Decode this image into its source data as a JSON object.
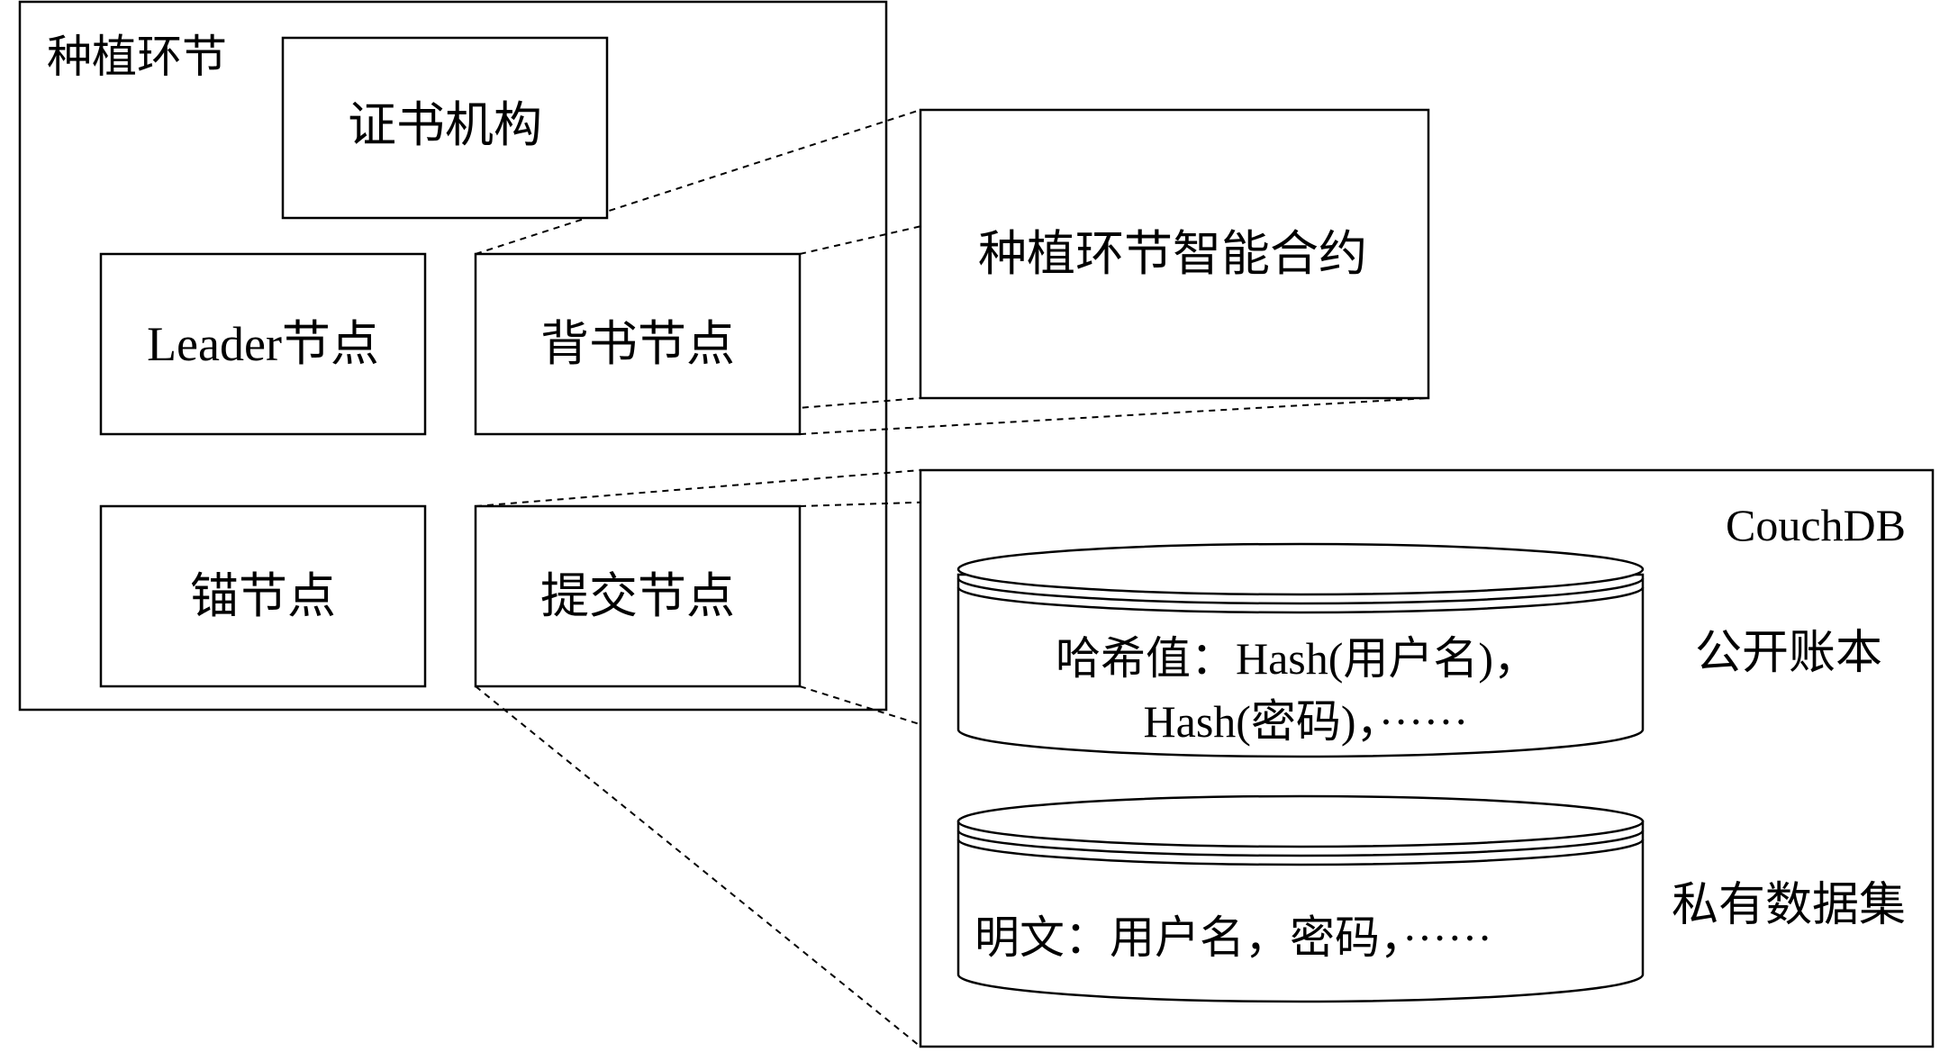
{
  "planting_stage": {
    "title": "种植环节",
    "certificate_authority": "证书机构",
    "leader_node": "Leader节点",
    "endorsing_node": "背书节点",
    "anchor_node": "锚节点",
    "committing_node": "提交节点"
  },
  "smart_contract": {
    "label": "种植环节智能合约"
  },
  "couchdb": {
    "title": "CouchDB",
    "public_ledger": {
      "label": "公开账本",
      "line1": "哈希值：Hash(用户名)，",
      "line2": "Hash(密码)，······"
    },
    "private_data": {
      "label": "私有数据集",
      "line1": "明文：用户名，密码，······"
    }
  }
}
